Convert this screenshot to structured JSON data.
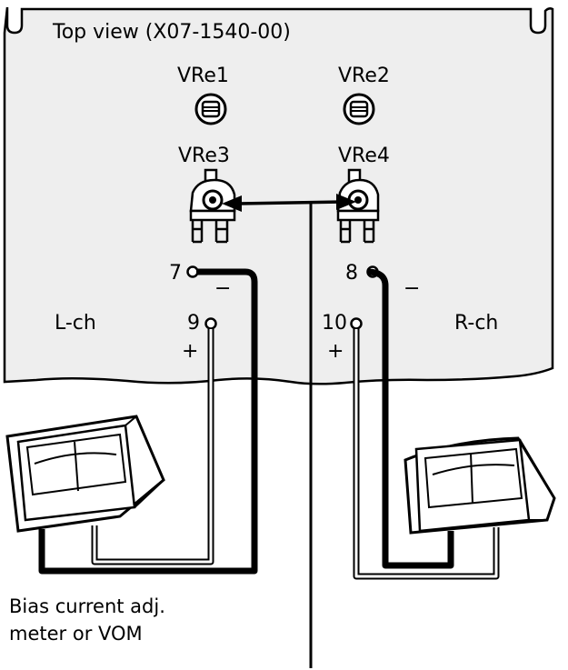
{
  "board": {
    "title": "Top view (X07-1540-00)",
    "left_channel": "L-ch",
    "right_channel": "R-ch"
  },
  "trimmers": [
    {
      "label": "VRe1"
    },
    {
      "label": "VRe2"
    },
    {
      "label": "VRe3"
    },
    {
      "label": "VRe4"
    }
  ],
  "terminals": [
    {
      "number": "7",
      "polarity": "−"
    },
    {
      "number": "9",
      "polarity": "+"
    },
    {
      "number": "8",
      "polarity": "−"
    },
    {
      "number": "10",
      "polarity": "+"
    }
  ],
  "caption": {
    "line1": "Bias current adj.",
    "line2": "meter or VOM"
  },
  "colors": {
    "ink": "#000000",
    "paper": "#ffffff",
    "board": "#eeeeee"
  }
}
